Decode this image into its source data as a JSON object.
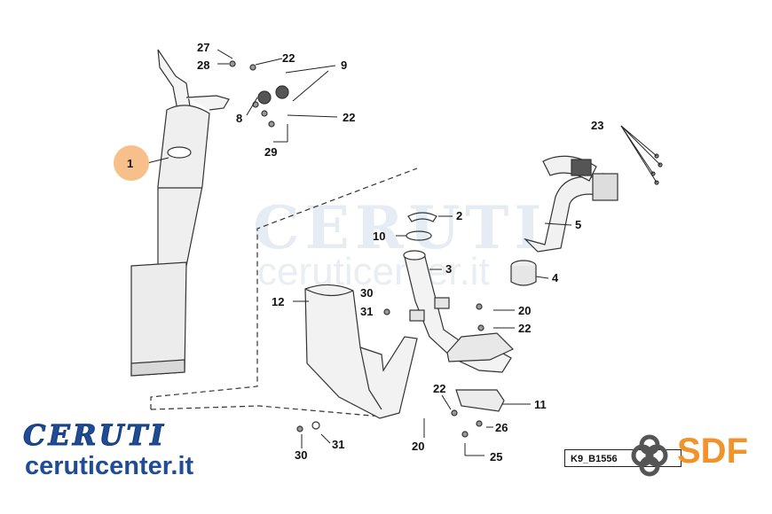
{
  "watermark": {
    "brand": "CERUTI",
    "site": "ceruticenter.it"
  },
  "logo": {
    "brand": "CERUTI",
    "site": "ceruticenter.it",
    "brand_color": "#1f4c94"
  },
  "reference_code": "K9_B1556",
  "sdf_logo": {
    "text": "SDF",
    "color": "#f2922a"
  },
  "highlight": {
    "part": "1",
    "color": "#f7c08a"
  },
  "part_labels": [
    {
      "id": "p1",
      "text": "1"
    },
    {
      "id": "p2",
      "text": "2"
    },
    {
      "id": "p3",
      "text": "3"
    },
    {
      "id": "p4",
      "text": "4"
    },
    {
      "id": "p5",
      "text": "5"
    },
    {
      "id": "p8",
      "text": "8"
    },
    {
      "id": "p9",
      "text": "9"
    },
    {
      "id": "p10",
      "text": "10"
    },
    {
      "id": "p11",
      "text": "11"
    },
    {
      "id": "p12",
      "text": "12"
    },
    {
      "id": "p20a",
      "text": "20"
    },
    {
      "id": "p20b",
      "text": "20"
    },
    {
      "id": "p22a",
      "text": "22"
    },
    {
      "id": "p22b",
      "text": "22"
    },
    {
      "id": "p22c",
      "text": "22"
    },
    {
      "id": "p22d",
      "text": "22"
    },
    {
      "id": "p23",
      "text": "23"
    },
    {
      "id": "p25",
      "text": "25"
    },
    {
      "id": "p26",
      "text": "26"
    },
    {
      "id": "p27",
      "text": "27"
    },
    {
      "id": "p28",
      "text": "28"
    },
    {
      "id": "p29",
      "text": "29"
    },
    {
      "id": "p30a",
      "text": "30"
    },
    {
      "id": "p30b",
      "text": "30"
    },
    {
      "id": "p31a",
      "text": "31"
    },
    {
      "id": "p31b",
      "text": "31"
    }
  ]
}
